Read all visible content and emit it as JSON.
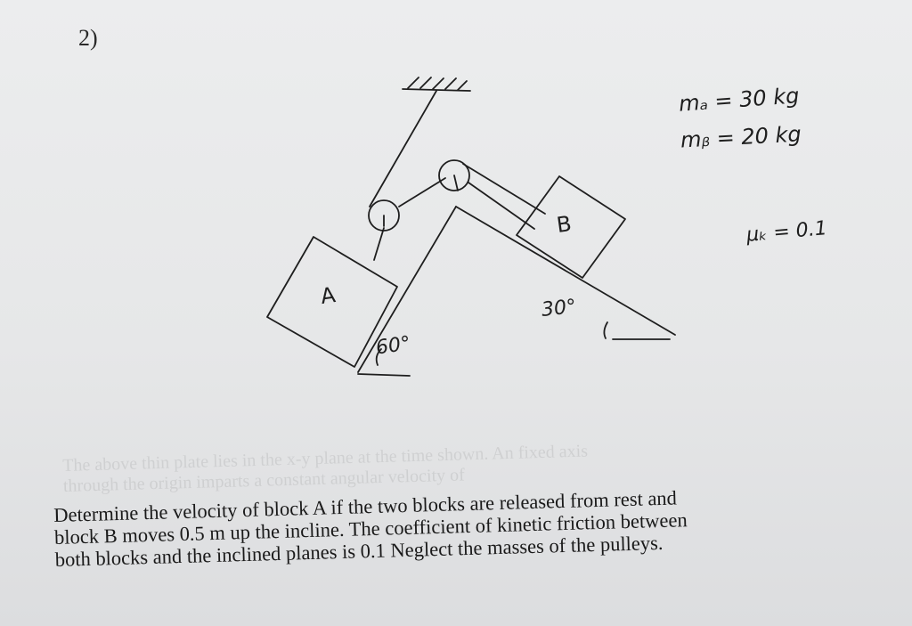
{
  "problem_number": "2)",
  "given": {
    "mass_a": "mₐ = 30 kg",
    "mass_b": "mᵦ = 20 kg",
    "mu_k": "μₖ = 0.1"
  },
  "diagram": {
    "block_a_label": "A",
    "block_b_label": "B",
    "angle_b": "30°",
    "angle_a": "60°"
  },
  "problem_text": {
    "line1": "Determine the velocity of block A if the two blocks are released from rest and",
    "line2": "block B moves 0.5 m up the incline. The coefficient of kinetic friction between",
    "line3": "both blocks and the inclined planes is 0.1  Neglect the masses of the pulleys."
  },
  "colors": {
    "ink": "#1e1e1e",
    "paper": "#e8e9ea"
  }
}
